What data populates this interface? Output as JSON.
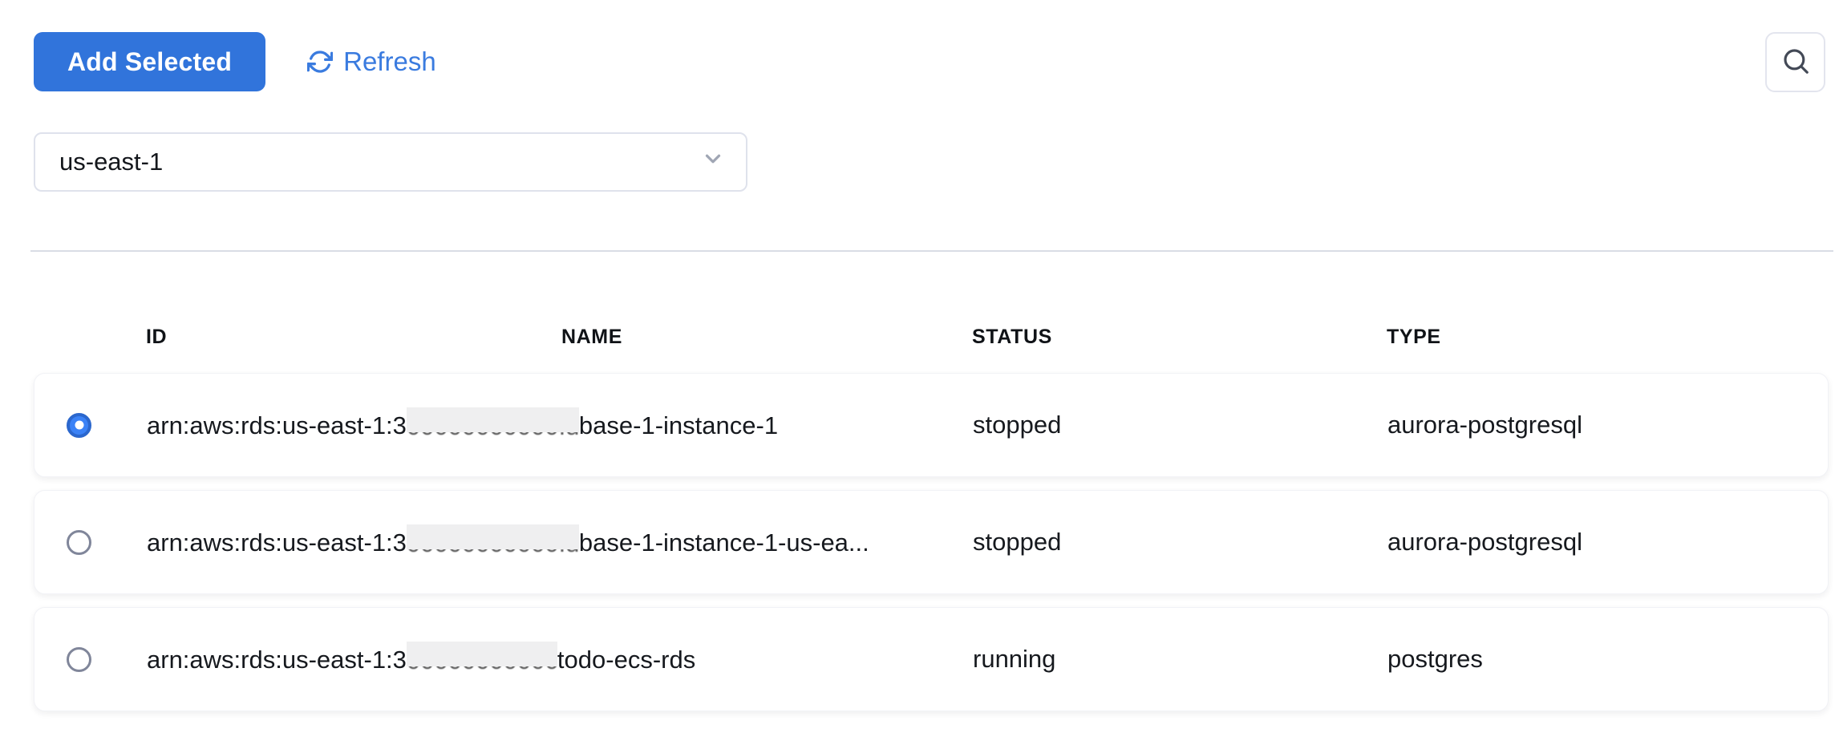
{
  "toolbar": {
    "add_selected_label": "Add Selected",
    "refresh_label": "Refresh"
  },
  "region_select": {
    "value": "us-east-1"
  },
  "search": {
    "icon": "search-icon"
  },
  "table": {
    "columns": [
      "ID",
      "NAME",
      "STATUS",
      "TYPE"
    ],
    "rows": [
      {
        "selected": true,
        "id_prefix": "arn:aws:rds:us-east-1:3",
        "id_redacted_ghost": "00000000000:db:data",
        "id_suffix": "base-1-instance-1",
        "name": "",
        "status": "stopped",
        "type": "aurora-postgresql"
      },
      {
        "selected": false,
        "id_prefix": "arn:aws:rds:us-east-1:3",
        "id_redacted_ghost": "00000000000:db:data",
        "id_suffix": "base-1-instance-1-us-ea...",
        "name": "",
        "status": "stopped",
        "type": "aurora-postgresql"
      },
      {
        "selected": false,
        "id_prefix": "arn:aws:rds:us-east-1:3",
        "id_redacted_ghost": "00000000000:db:",
        "id_suffix": "todo-ecs-rds",
        "name": "",
        "status": "running",
        "type": "postgres"
      }
    ]
  },
  "colors": {
    "primary_button": "#3174db",
    "link_blue": "#3a7bdf",
    "radio_selected_ring": "#2b67cd",
    "radio_selected_fill": "#3b82f6",
    "divider": "#d9dde5",
    "text": "#16191e"
  }
}
